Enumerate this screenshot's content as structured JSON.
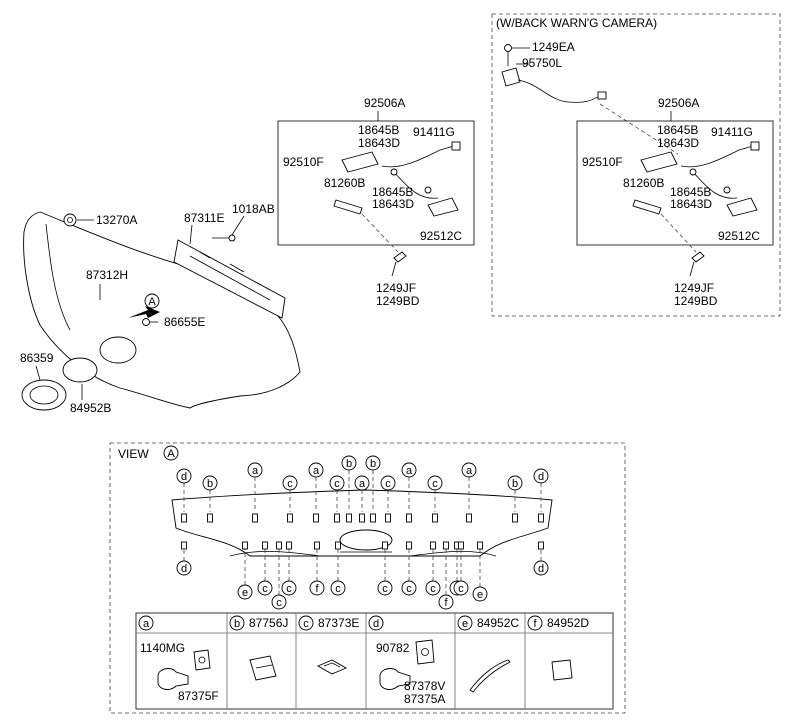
{
  "left_assembly": {
    "callouts": {
      "nut": "13270A",
      "bracket": "87311E",
      "screw": "1018AB",
      "garnish": "87312H",
      "view_marker": "A",
      "clip": "86655E",
      "emblem": "86359",
      "pad": "84952B"
    }
  },
  "lamp_group_standard": {
    "title": "92506A",
    "labels": [
      "18645B",
      "18643D",
      "91411G",
      "92510F",
      "81260B",
      "18645B",
      "18643D",
      "92512C"
    ],
    "bolts": [
      "1249JF",
      "1249BD"
    ]
  },
  "lamp_group_camera": {
    "header": "(W/BACK WARN'G CAMERA)",
    "camera_screw": "1249EA",
    "camera": "95750L",
    "title": "92506A",
    "labels": [
      "18645B",
      "18643D",
      "91411G",
      "92510F",
      "81260B",
      "18645B",
      "18643D",
      "92512C"
    ],
    "bolts": [
      "1249JF",
      "1249BD"
    ]
  },
  "view_a": {
    "title": "VIEW",
    "marker": "A",
    "top_markers": [
      "d",
      "b",
      "a",
      "c",
      "a",
      "c",
      "b",
      "a",
      "b",
      "c",
      "a",
      "c",
      "a",
      "b",
      "d"
    ],
    "bottom_markers": [
      "d",
      "e",
      "c",
      "c",
      "f",
      "c",
      "c",
      "c",
      "c",
      "c",
      "c",
      "f",
      "c",
      "e",
      "d"
    ]
  },
  "parts_table": {
    "columns": [
      {
        "key": "a",
        "part": "",
        "items": [
          "1140MG",
          "87375F"
        ]
      },
      {
        "key": "b",
        "part": "87756J",
        "items": []
      },
      {
        "key": "c",
        "part": "87373E",
        "items": []
      },
      {
        "key": "d",
        "part": "",
        "items": [
          "90782",
          "87378V",
          "87375A"
        ]
      },
      {
        "key": "e",
        "part": "84952C",
        "items": []
      },
      {
        "key": "f",
        "part": "84952D",
        "items": []
      }
    ]
  }
}
